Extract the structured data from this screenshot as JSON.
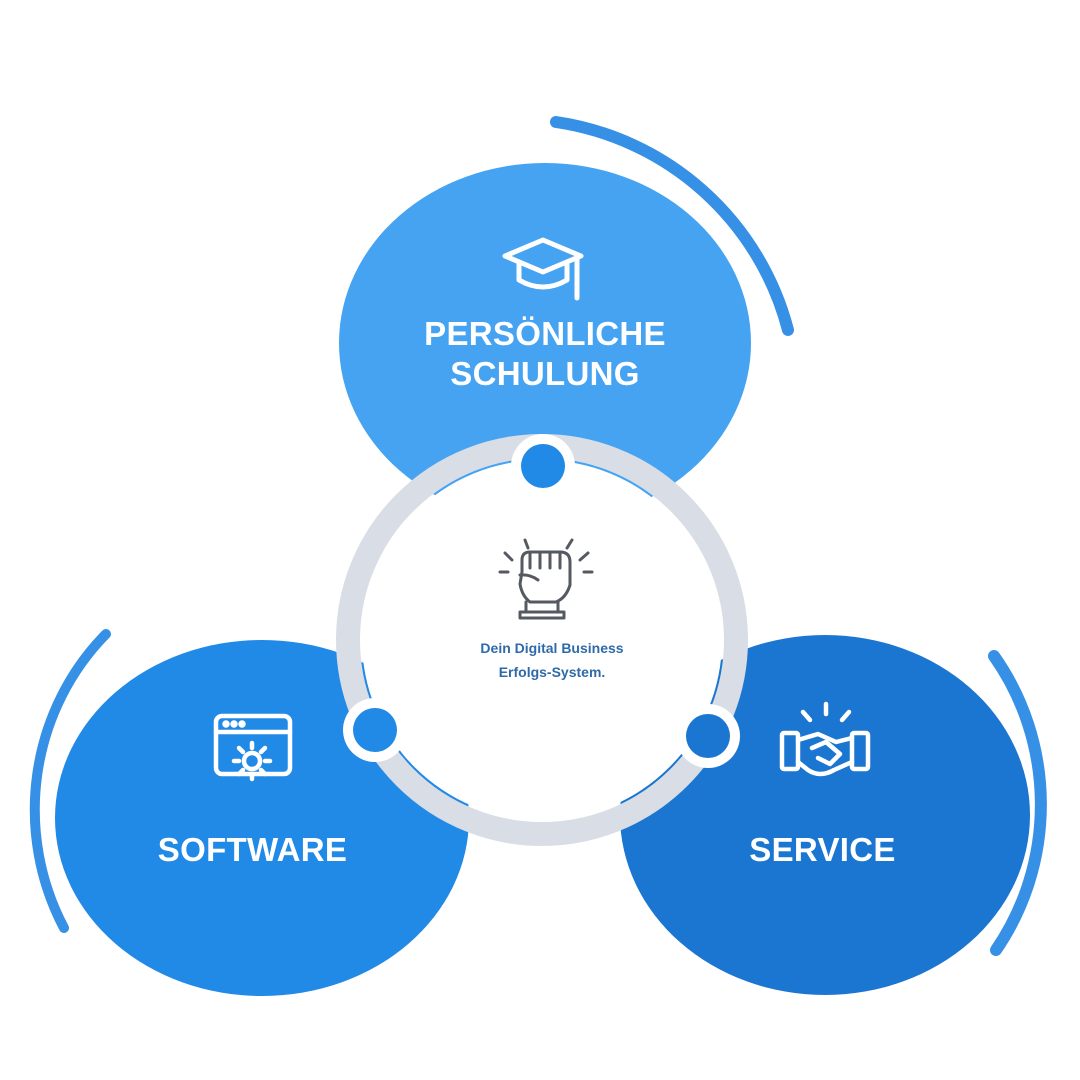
{
  "nodes": {
    "top": {
      "line1": "PERSÖNLICHE",
      "line2": "SCHULUNG",
      "icon": "graduation-cap-icon",
      "color": "#45a3f2"
    },
    "left": {
      "label": "SOFTWARE",
      "icon": "browser-gear-icon",
      "color": "#2189e6"
    },
    "right": {
      "label": "SERVICE",
      "icon": "handshake-icon",
      "color": "#1b76d1"
    }
  },
  "center": {
    "line1": "Dein Digital Business",
    "line2": "Erfolgs-System.",
    "icon": "raised-fist-icon",
    "text_color": "#2f6aa8"
  },
  "ring_color": "#d9dde5",
  "arc_color": "#3690e6"
}
